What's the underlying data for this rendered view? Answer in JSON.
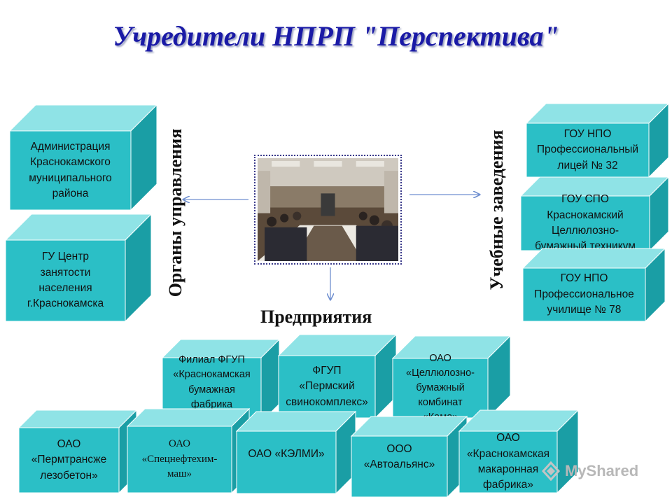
{
  "title": "Учредители НПРП \"Перспектива\"",
  "labels": {
    "government": "Органы управления",
    "education": "Учебные заведения",
    "enterprises": "Предприятия"
  },
  "government_bodies": [
    "Администрация\nКраснокамского\nмуниципального\nрайона",
    "ГУ Центр\nзанятости\nнаселения\nг.Краснокамска"
  ],
  "educational_institutions": [
    "ГОУ НПО\nПрофессиональный\nлицей № 32",
    "ГОУ СПО\nКраснокамский\nЦеллюлозно-\nбумажный техникум",
    "ГОУ НПО\nПрофессиональное\nучилище  № 78"
  ],
  "enterprises": [
    "Филиал ФГУП\n«Краснокамская\nбумажная\nфабрика\nГОЗНАКА»",
    "ФГУП\n«Пермский\nсвинокомплекс»",
    "ОАО\n«Целлюлозно-\nбумажный\nкомбинат\n«Кама»",
    "ОАО\n«Пермтрансже\nлезобетон»",
    "ОАО\n«Спецнефтехим-\nмаш»",
    "ОАО «КЭЛМИ»",
    "ООО\n«Автоальянс»",
    "ОАО\n«Краснокамская\nмакаронная\nфабрика»"
  ],
  "watermark": "MyShared",
  "colors": {
    "box_front": "#2bbfc6",
    "box_top": "#8fe3e6",
    "box_side": "#1a9ea5",
    "title": "#1a1aa6",
    "arrow": "#6f8fd0"
  }
}
